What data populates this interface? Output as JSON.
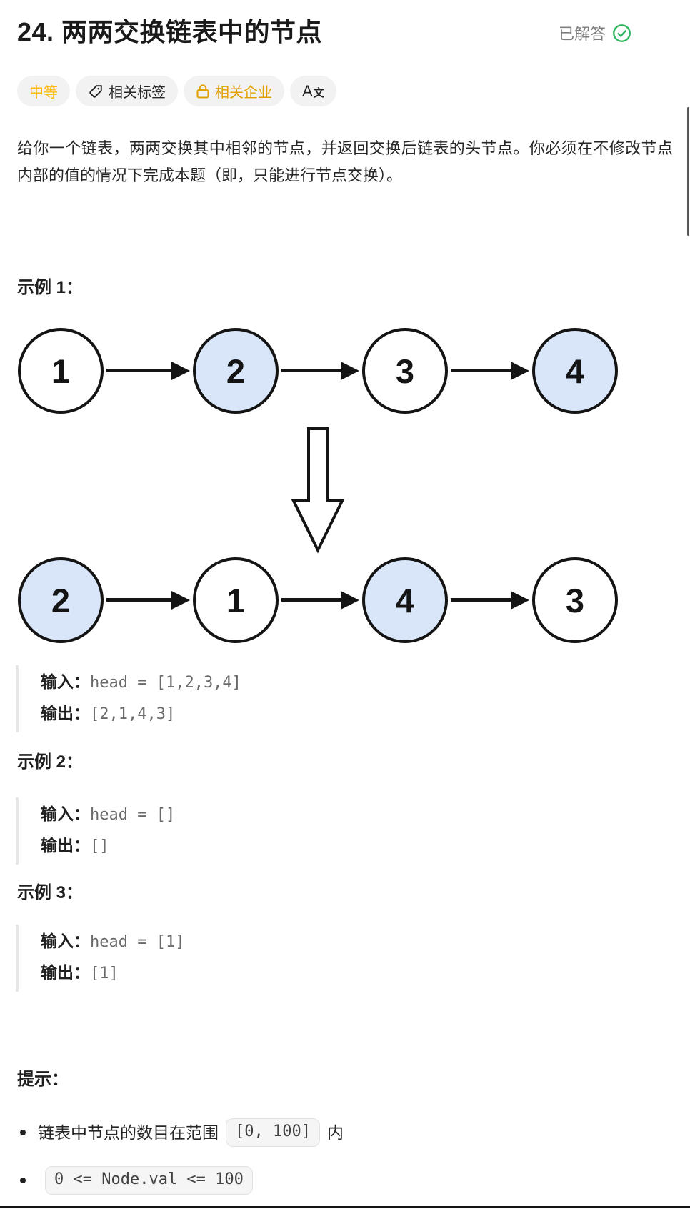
{
  "header": {
    "title": "24. 两两交换链表中的节点",
    "status": {
      "label": "已解答",
      "icon": "check-circle-icon",
      "color": "#2db55d"
    }
  },
  "toolbar": {
    "difficulty": {
      "label": "中等",
      "color": "#ffb800"
    },
    "tags": {
      "label": "相关标签",
      "icon": "tag-icon"
    },
    "companies": {
      "label": "相关企业",
      "icon": "lock-icon",
      "color": "#e2a000"
    },
    "language": {
      "a": "A",
      "wen": "文",
      "icon": "translate-icon"
    }
  },
  "problem": {
    "description": "给你一个链表，两两交换其中相邻的节点，并返回交换后链表的头节点。你必须在不修改节点内部的值的情况下完成本题（即，只能进行节点交换）。"
  },
  "diagram": {
    "node_fill_highlight": "#d9e6f9",
    "before": [
      {
        "value": "1",
        "highlight": false
      },
      {
        "value": "2",
        "highlight": true
      },
      {
        "value": "3",
        "highlight": false
      },
      {
        "value": "4",
        "highlight": true
      }
    ],
    "after": [
      {
        "value": "2",
        "highlight": true
      },
      {
        "value": "1",
        "highlight": false
      },
      {
        "value": "4",
        "highlight": true
      },
      {
        "value": "3",
        "highlight": false
      }
    ]
  },
  "examples": [
    {
      "heading": "示例 1：",
      "input_label": "输入：",
      "input_value": "head = [1,2,3,4]",
      "output_label": "输出：",
      "output_value": "[2,1,4,3]"
    },
    {
      "heading": "示例 2：",
      "input_label": "输入：",
      "input_value": "head = []",
      "output_label": "输出：",
      "output_value": "[]"
    },
    {
      "heading": "示例 3：",
      "input_label": "输入：",
      "input_value": "head = [1]",
      "output_label": "输出：",
      "output_value": "[1]"
    }
  ],
  "hints": {
    "heading": "提示：",
    "items": [
      {
        "prefix": "链表中节点的数目在范围",
        "code": "[0, 100]",
        "suffix": "内"
      },
      {
        "prefix": "",
        "code": "0 <= Node.val <= 100",
        "suffix": ""
      }
    ]
  }
}
